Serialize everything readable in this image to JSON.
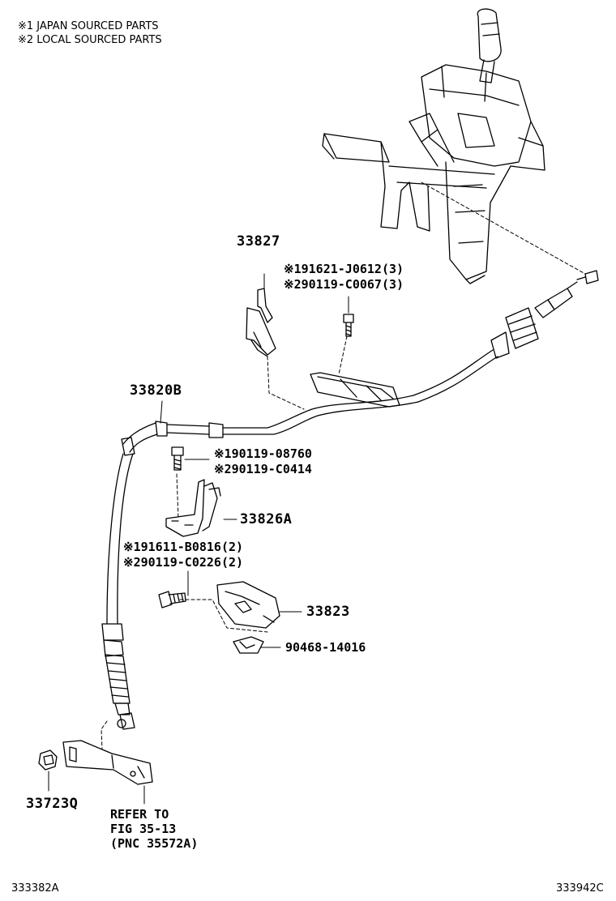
{
  "notes": {
    "line1": "※1 JAPAN SOURCED PARTS",
    "line2": "※2 LOCAL SOURCED PARTS"
  },
  "parts": {
    "p33827": "33827",
    "p33820b": "33820B",
    "p33826a": "33826A",
    "p33823": "33823",
    "p90468": "90468-14016",
    "p33723q": "33723Q",
    "bolt_top_1": "※191621-J0612(3)",
    "bolt_top_2": "※290119-C0067(3)",
    "bolt_mid_1": "※190119-08760",
    "bolt_mid_2": "※290119-C0414",
    "bolt_low_1": "※191611-B0816(2)",
    "bolt_low_2": "※290119-C0226(2)"
  },
  "reference": {
    "line1": "REFER TO",
    "line2": "FIG 35-13",
    "line3": "(PNC 35572A)"
  },
  "codes": {
    "left": "333382A",
    "right": "333942C"
  },
  "colors": {
    "ink": "#000000",
    "paper": "#ffffff"
  }
}
